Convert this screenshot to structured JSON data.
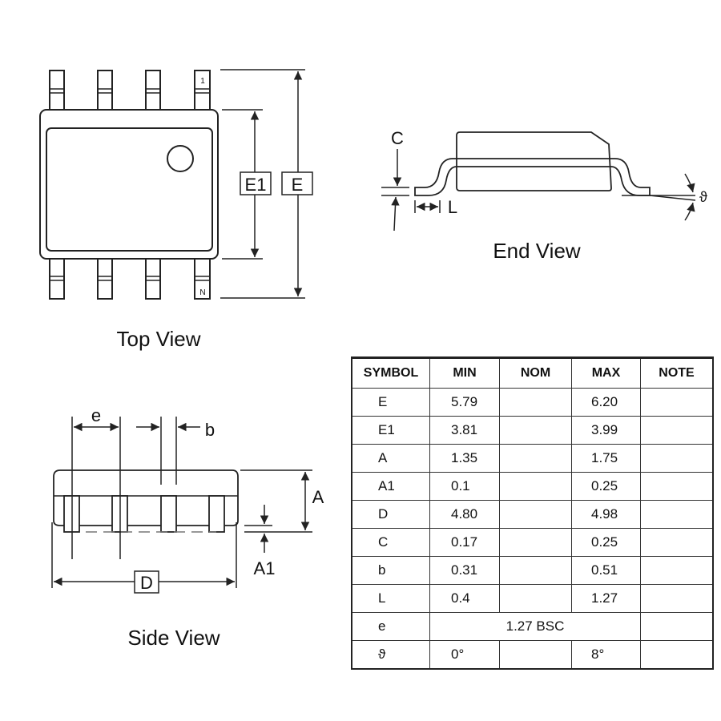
{
  "top_view": {
    "title": "Top View",
    "pin_first": "1",
    "pin_last": "N",
    "label_e1": "E1",
    "label_e": "E"
  },
  "end_view": {
    "title": "End View",
    "label_c": "C",
    "label_l": "L",
    "label_theta": "ϑ"
  },
  "side_view": {
    "title": "Side View",
    "label_e": "e",
    "label_b": "b",
    "label_a": "A",
    "label_a1": "A1",
    "label_d": "D"
  },
  "table": {
    "headers": [
      "SYMBOL",
      "MIN",
      "NOM",
      "MAX",
      "NOTE"
    ],
    "rows": [
      {
        "symbol": "E",
        "min": "5.79",
        "nom": "",
        "max": "6.20",
        "note": ""
      },
      {
        "symbol": "E1",
        "min": "3.81",
        "nom": "",
        "max": "3.99",
        "note": ""
      },
      {
        "symbol": "A",
        "min": "1.35",
        "nom": "",
        "max": "1.75",
        "note": ""
      },
      {
        "symbol": "A1",
        "min": "0.1",
        "nom": "",
        "max": "0.25",
        "note": ""
      },
      {
        "symbol": "D",
        "min": "4.80",
        "nom": "",
        "max": "4.98",
        "note": ""
      },
      {
        "symbol": "C",
        "min": "0.17",
        "nom": "",
        "max": "0.25",
        "note": ""
      },
      {
        "symbol": "b",
        "min": "0.31",
        "nom": "",
        "max": "0.51",
        "note": ""
      },
      {
        "symbol": "L",
        "min": "0.4",
        "nom": "",
        "max": "1.27",
        "note": ""
      }
    ],
    "e_row": {
      "symbol": "e",
      "value": "1.27 BSC",
      "note": ""
    },
    "theta_row": {
      "symbol": "ϑ",
      "min": "0°",
      "nom": "",
      "max": "8°",
      "note": ""
    }
  }
}
